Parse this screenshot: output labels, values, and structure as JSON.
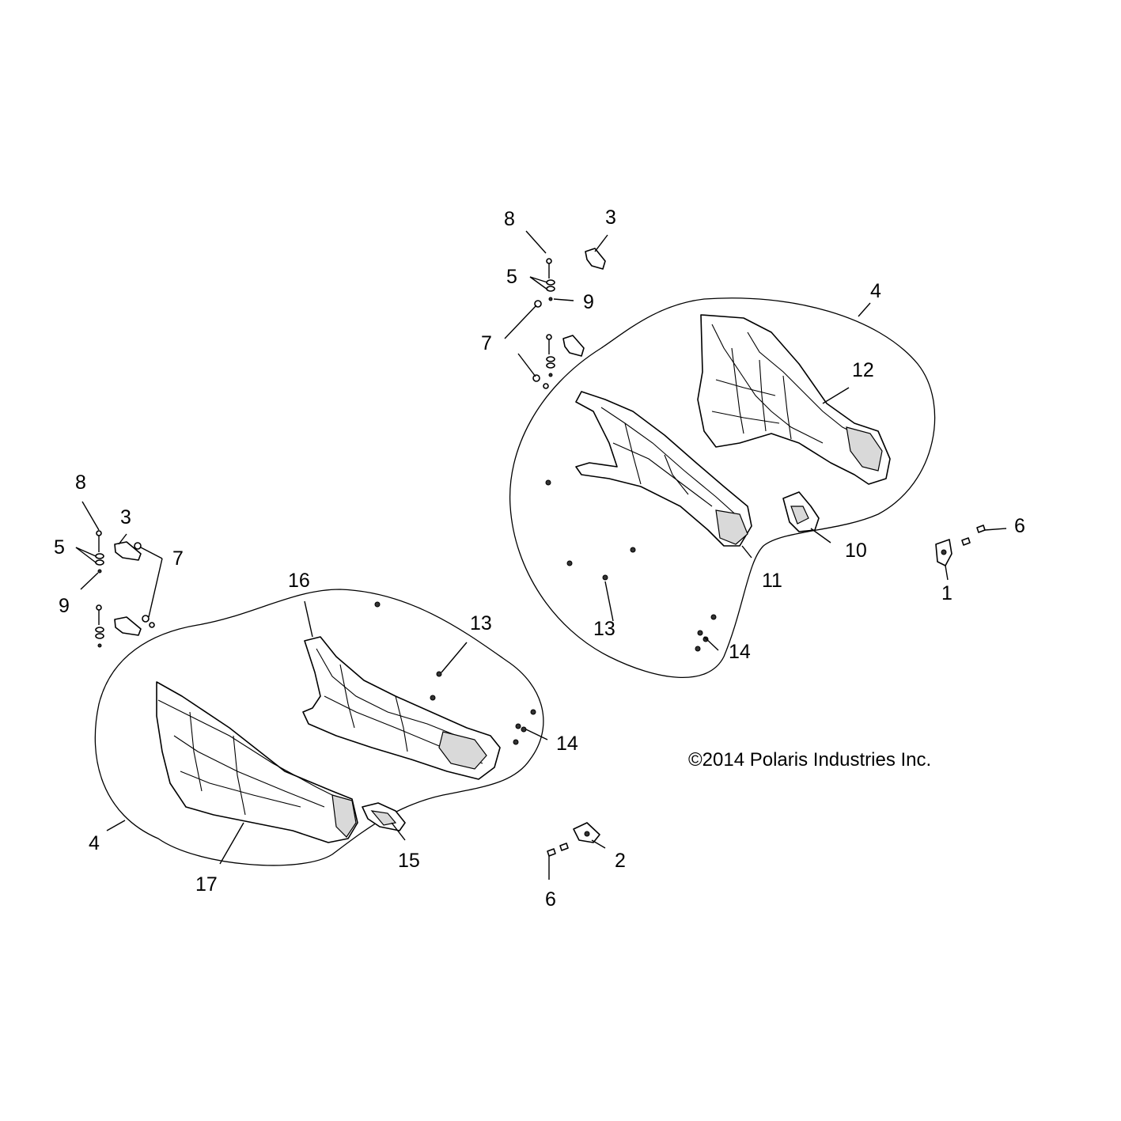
{
  "copyright": "©2014 Polaris Industries Inc.",
  "callouts": {
    "c1": "1",
    "c2": "2",
    "c3a": "3",
    "c3b": "3",
    "c4a": "4",
    "c4b": "4",
    "c5a": "5",
    "c5b": "5",
    "c6a": "6",
    "c6b": "6",
    "c7a": "7",
    "c7b": "7",
    "c8a": "8",
    "c8b": "8",
    "c9a": "9",
    "c9b": "9",
    "c10": "10",
    "c11": "11",
    "c12": "12",
    "c13a": "13",
    "c13b": "13",
    "c14a": "14",
    "c14b": "14",
    "c15": "15",
    "c16": "16",
    "c17": "17"
  },
  "colors": {
    "line": "#000000",
    "background": "#ffffff",
    "shade": "#d9d9d9"
  }
}
